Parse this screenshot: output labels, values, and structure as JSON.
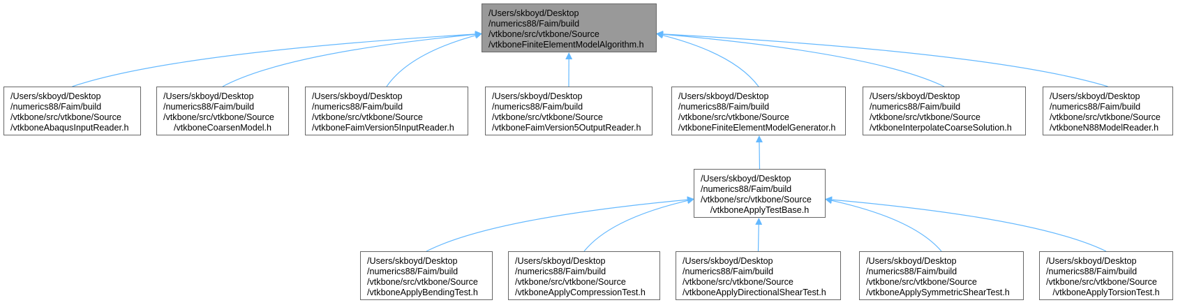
{
  "graph": {
    "edge_color": "#63b8ff",
    "node_border": "#666666",
    "root_fill": "#999999",
    "nodes": [
      {
        "id": "root",
        "lines": [
          "/Users/skboyd/Desktop",
          "/numerics88/Faim/build",
          "/vtkbone/src/vtkbone/Source",
          "/vtkboneFiniteElementModelAlgorithm.h"
        ]
      },
      {
        "id": "abaqus",
        "lines": [
          "/Users/skboyd/Desktop",
          "/numerics88/Faim/build",
          "/vtkbone/src/vtkbone/Source",
          "/vtkboneAbaqusInputReader.h"
        ]
      },
      {
        "id": "coarsen",
        "lines": [
          "/Users/skboyd/Desktop",
          "/numerics88/Faim/build",
          "/vtkbone/src/vtkbone/Source",
          "/vtkboneCoarsenModel.h"
        ]
      },
      {
        "id": "faim5in",
        "lines": [
          "/Users/skboyd/Desktop",
          "/numerics88/Faim/build",
          "/vtkbone/src/vtkbone/Source",
          "/vtkboneFaimVersion5InputReader.h"
        ]
      },
      {
        "id": "faim5out",
        "lines": [
          "/Users/skboyd/Desktop",
          "/numerics88/Faim/build",
          "/vtkbone/src/vtkbone/Source",
          "/vtkboneFaimVersion5OutputReader.h"
        ]
      },
      {
        "id": "femgen",
        "lines": [
          "/Users/skboyd/Desktop",
          "/numerics88/Faim/build",
          "/vtkbone/src/vtkbone/Source",
          "/vtkboneFiniteElementModelGenerator.h"
        ]
      },
      {
        "id": "interp",
        "lines": [
          "/Users/skboyd/Desktop",
          "/numerics88/Faim/build",
          "/vtkbone/src/vtkbone/Source",
          "/vtkboneInterpolateCoarseSolution.h"
        ]
      },
      {
        "id": "n88",
        "lines": [
          "/Users/skboyd/Desktop",
          "/numerics88/Faim/build",
          "/vtkbone/src/vtkbone/Source",
          "/vtkboneN88ModelReader.h"
        ]
      },
      {
        "id": "testbase",
        "lines": [
          "/Users/skboyd/Desktop",
          "/numerics88/Faim/build",
          "/vtkbone/src/vtkbone/Source",
          "/vtkboneApplyTestBase.h"
        ]
      },
      {
        "id": "bending",
        "lines": [
          "/Users/skboyd/Desktop",
          "/numerics88/Faim/build",
          "/vtkbone/src/vtkbone/Source",
          "/vtkboneApplyBendingTest.h"
        ]
      },
      {
        "id": "compression",
        "lines": [
          "/Users/skboyd/Desktop",
          "/numerics88/Faim/build",
          "/vtkbone/src/vtkbone/Source",
          "/vtkboneApplyCompressionTest.h"
        ]
      },
      {
        "id": "dirshear",
        "lines": [
          "/Users/skboyd/Desktop",
          "/numerics88/Faim/build",
          "/vtkbone/src/vtkbone/Source",
          "/vtkboneApplyDirectionalShearTest.h"
        ]
      },
      {
        "id": "symshear",
        "lines": [
          "/Users/skboyd/Desktop",
          "/numerics88/Faim/build",
          "/vtkbone/src/vtkbone/Source",
          "/vtkboneApplySymmetricShearTest.h"
        ]
      },
      {
        "id": "torsion",
        "lines": [
          "/Users/skboyd/Desktop",
          "/numerics88/Faim/build",
          "/vtkbone/src/vtkbone/Source",
          "/vtkboneApplyTorsionTest.h"
        ]
      }
    ],
    "edges": [
      {
        "from": "abaqus",
        "to": "root"
      },
      {
        "from": "coarsen",
        "to": "root"
      },
      {
        "from": "faim5in",
        "to": "root"
      },
      {
        "from": "faim5out",
        "to": "root"
      },
      {
        "from": "femgen",
        "to": "root"
      },
      {
        "from": "interp",
        "to": "root"
      },
      {
        "from": "n88",
        "to": "root"
      },
      {
        "from": "testbase",
        "to": "femgen"
      },
      {
        "from": "bending",
        "to": "testbase"
      },
      {
        "from": "compression",
        "to": "testbase"
      },
      {
        "from": "dirshear",
        "to": "testbase"
      },
      {
        "from": "symshear",
        "to": "testbase"
      },
      {
        "from": "torsion",
        "to": "testbase"
      }
    ]
  }
}
